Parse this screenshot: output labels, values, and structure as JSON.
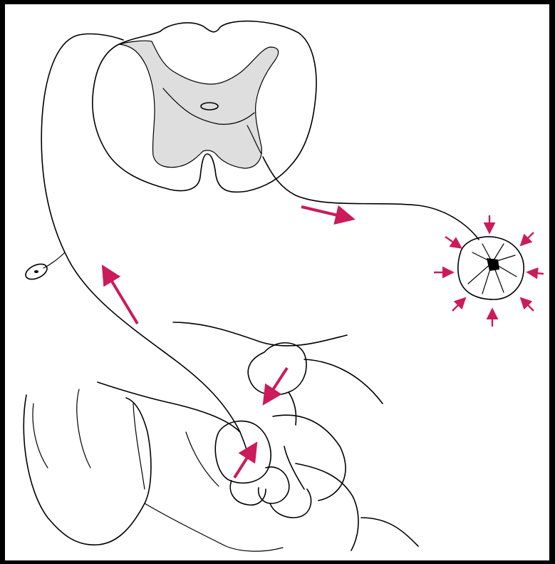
{
  "colors": {
    "frame": "#000000",
    "background": "#ffffff",
    "line": "#000000",
    "gray_matter": "#dedede",
    "arrow": "#cc1a5a"
  },
  "icons": [
    "spinal-cord-cross-section",
    "dorsal-root-ganglion-icon",
    "nerve-fiber",
    "muscle-fiber-icon",
    "muscle-spindle",
    "activation-arrow"
  ]
}
